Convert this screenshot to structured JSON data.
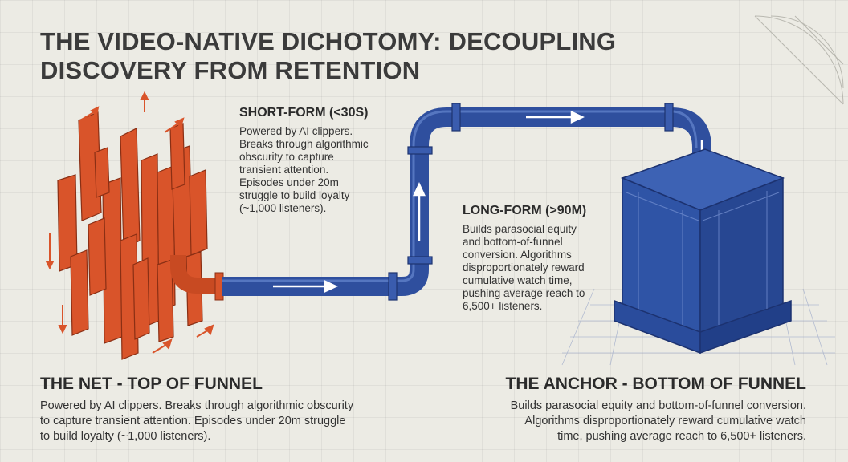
{
  "title_line1": "THE VIDEO-NATIVE DICHOTOMY: DECOUPLING",
  "title_line2": "DISCOVERY FROM RETENTION",
  "short_form": {
    "heading": "SHORT-FORM (<30S)",
    "lines": [
      "Powered by AI clippers.",
      "Breaks through algorithmic",
      "obscurity to capture",
      "transient attention.",
      "Episodes under 20m",
      "struggle to build loyalty",
      "(~1,000 listeners)."
    ]
  },
  "long_form": {
    "heading": "LONG-FORM (>90M)",
    "lines": [
      "Builds parasocial equity",
      "and bottom-of-funnel",
      "conversion. Algorithms",
      "disproportionately reward",
      "cumulative watch time,",
      "pushing average reach to",
      "6,500+ listeners."
    ]
  },
  "net": {
    "heading": "THE NET - TOP OF FUNNEL",
    "lines": [
      "Powered by AI clippers. Breaks through algorithmic obscurity",
      "to capture transient attention. Episodes under 20m struggle",
      "to build loyalty (~1,000 listeners)."
    ]
  },
  "anchor": {
    "heading": "THE ANCHOR - BOTTOM OF FUNNEL",
    "lines": [
      "Builds parasocial equity and bottom-of-funnel conversion.",
      "Algorithms disproportionately reward cumulative watch",
      "time, pushing average reach to 6,500+ listeners."
    ]
  },
  "colors": {
    "net_orange": "#d9542a",
    "pipe_blue": "#2f4f9e",
    "tank_blue": "#2c4f9a",
    "text_dark": "#2b2b2b"
  }
}
